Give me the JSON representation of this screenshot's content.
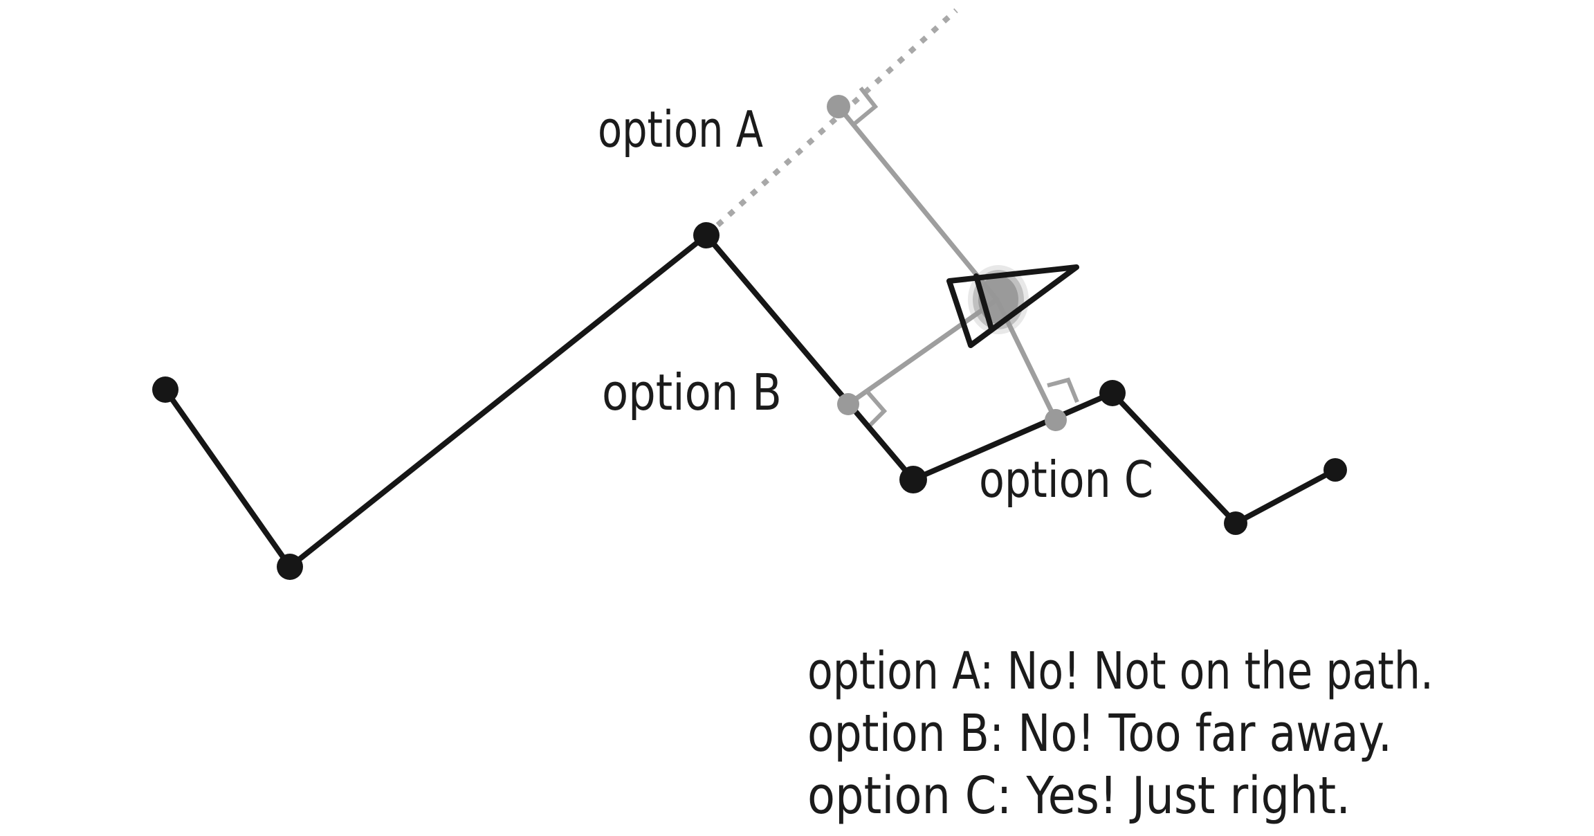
{
  "figure": {
    "background_color": "#ffffff",
    "colors": {
      "ink": "#161616",
      "gray": "#9e9e9e",
      "dotted_gray": "#a8a8a8"
    },
    "labels": {
      "option_a": "option A",
      "option_b": "option B",
      "option_c": "option C"
    },
    "caption": {
      "line1": "option A: No! Not on the path.",
      "line2": "option B: No! Too far away.",
      "line3": "option C: Yes! Just right."
    },
    "markers": {
      "right_angle_count": 3,
      "path_vertex_count": 7,
      "candidate_point_count": 3
    }
  }
}
